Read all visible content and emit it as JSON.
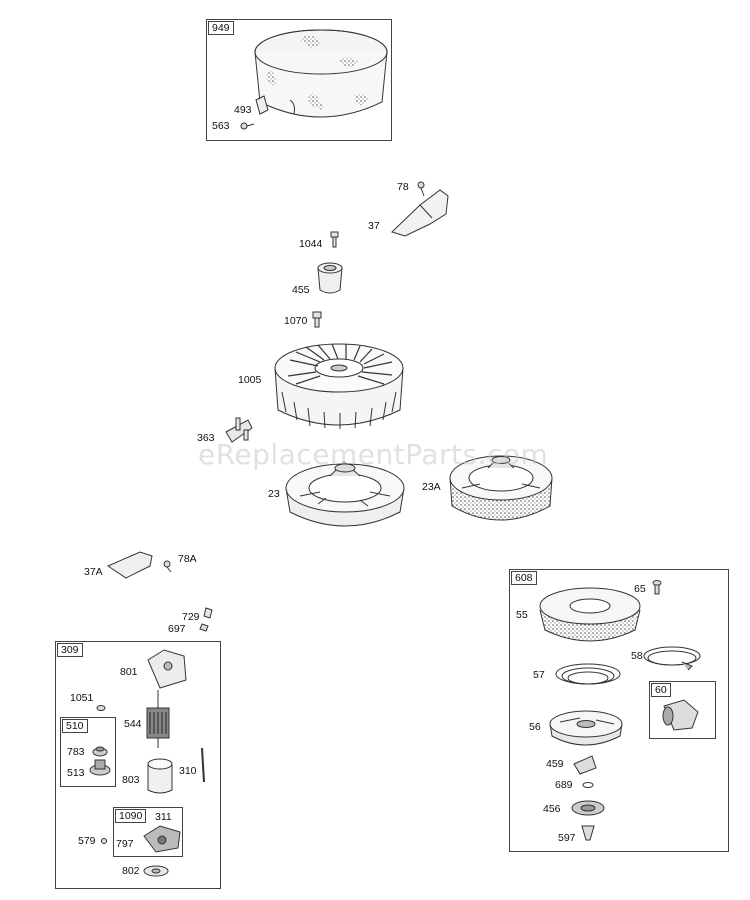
{
  "watermark": "eReplacementParts.com",
  "kits": {
    "k949": "949",
    "k309": "309",
    "k510": "510",
    "k1090": "1090",
    "k608": "608",
    "k60": "60"
  },
  "labels": {
    "p493": "493",
    "p563": "563",
    "p78": "78",
    "p37": "37",
    "p1044": "1044",
    "p455": "455",
    "p1070": "1070",
    "p1005": "1005",
    "p363": "363",
    "p23": "23",
    "p23A": "23A",
    "p37A": "37A",
    "p78A": "78A",
    "p729": "729",
    "p697": "697",
    "p801": "801",
    "p1051": "1051",
    "p544": "544",
    "p783": "783",
    "p513": "513",
    "p803": "803",
    "p310": "310",
    "p311": "311",
    "p797": "797",
    "p579": "579",
    "p802": "802",
    "p65": "65",
    "p55": "55",
    "p58": "58",
    "p57": "57",
    "p56": "56",
    "p459": "459",
    "p689": "689",
    "p456": "456",
    "p597": "597"
  }
}
